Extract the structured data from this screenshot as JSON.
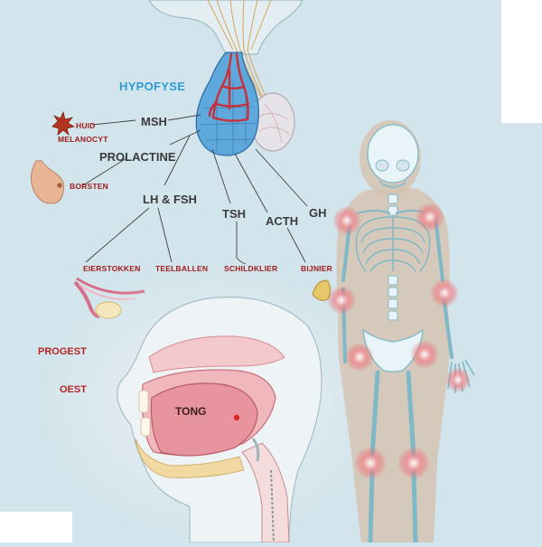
{
  "labels": {
    "hypofyse": "HYPOFYSE",
    "msh": "MSH",
    "huid": "HUID",
    "melanocyt": "MELANOCYT",
    "prolactine": "PROLACTINE",
    "borsten": "BORSTEN",
    "lh_fsh": "LH & FSH",
    "tsh": "TSH",
    "acth": "ACTH",
    "gh": "GH",
    "eierstokken": "EIERSTOKKEN",
    "teelballen": "TEELBALLEN",
    "schildklier": "SCHILDKLIER",
    "bijnier": "BIJNIER",
    "progest": "PROGEST",
    "oest": "OEST",
    "tong": "TONG"
  },
  "colors": {
    "background": "#d3e5ec",
    "hormone_text": "#3a3a3a",
    "target_text": "#a01b1b",
    "accent_blue": "#2d9bd6",
    "vessel_red": "#c8313a",
    "gland_blue": "#4a9ad4",
    "bone": "#e6f3f6",
    "bone_outline": "#7fb8c6",
    "body_tan": "#d4b9a2",
    "joint_highlight": "#e8585e",
    "mouth_pink": "#efb7b7"
  },
  "icons": {
    "melanocyte": "melanocyte-cell-icon",
    "breast": "breast-icon",
    "ovary": "ovary-icon",
    "adrenal": "adrenal-icon",
    "skeleton": "skeleton-figure",
    "mouth": "mouth-cross-section"
  }
}
